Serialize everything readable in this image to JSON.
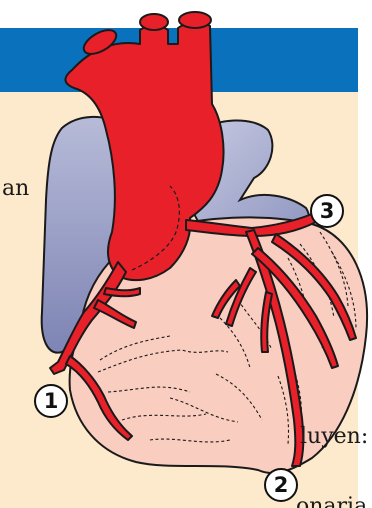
{
  "text_snippets": {
    "line1": "an",
    "line2": "luyen:",
    "line3": "onaria"
  },
  "markers": {
    "one": "1",
    "two": "2",
    "three": "3"
  },
  "colors": {
    "header_band": "#0a72bc",
    "panel_bg": "#fde9cc",
    "artery": "#e8202a",
    "heart_muscle": "#f9cdbf",
    "vein": "#9a9fc4"
  }
}
